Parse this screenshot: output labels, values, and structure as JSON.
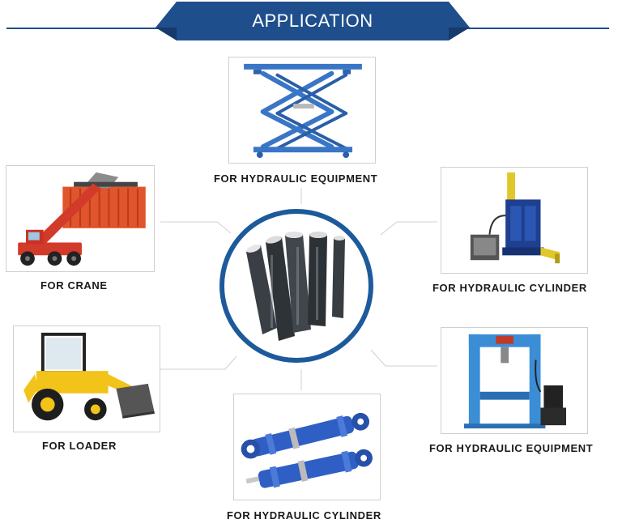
{
  "header": {
    "title": "APPLICATION"
  },
  "colors": {
    "brand_blue": "#1f4e8c",
    "light_blue": "#3a6fc0",
    "ring_blue": "#1d5a9c"
  },
  "center": {
    "image": "steel-tubes-icon"
  },
  "items": [
    {
      "label": "FOR  HYDRAULIC EQUIPMENT",
      "image": "scissor-lift-icon"
    },
    {
      "label": "FOR  CRANE",
      "image": "crane-icon"
    },
    {
      "label": "FOR HYDRAULIC CYLINDER",
      "image": "baler-machine-icon"
    },
    {
      "label": "FOR  LOADER",
      "image": "backhoe-loader-icon"
    },
    {
      "label": "FOR HYDRAULIC EQUIPMENT",
      "image": "hydraulic-press-icon"
    },
    {
      "label": "FOR HYDRAULIC CYLINDER",
      "image": "hydraulic-cylinders-icon"
    }
  ]
}
